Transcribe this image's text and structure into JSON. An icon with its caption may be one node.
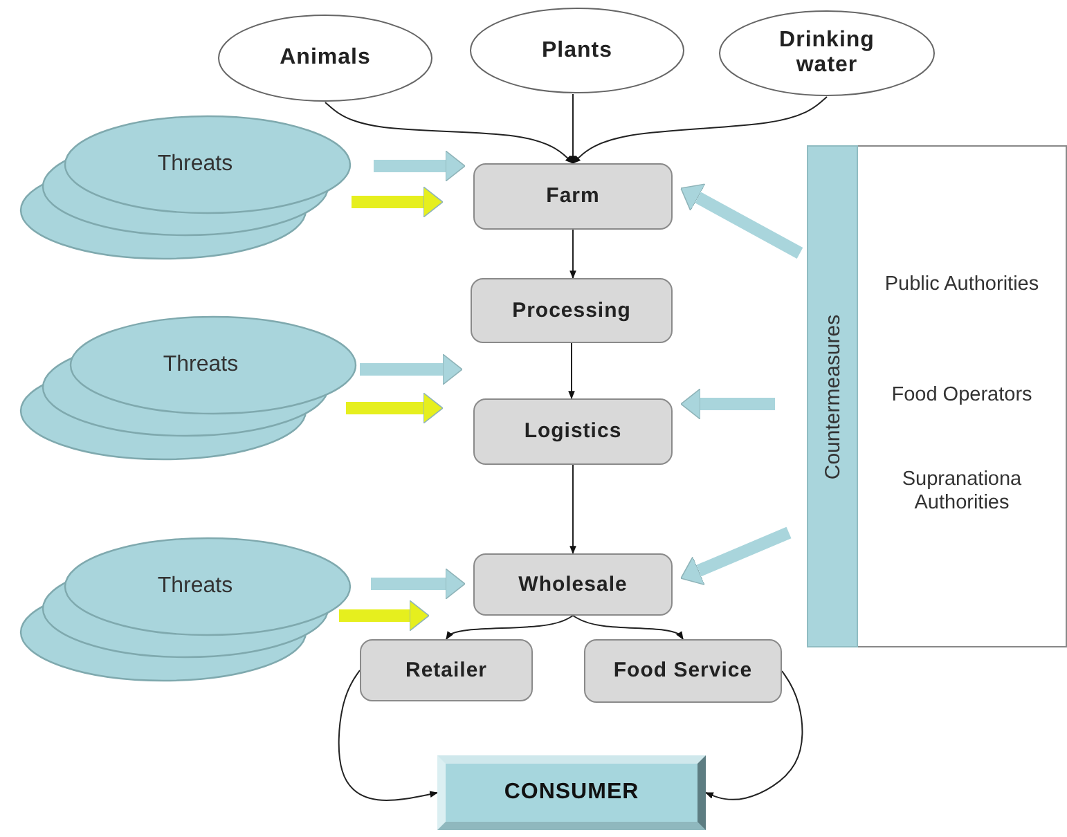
{
  "diagram": {
    "nodes": [
      {
        "text": [
          "Animals"
        ]
      },
      {
        "text": [
          "Plants"
        ]
      },
      {
        "text": [
          "Drinking water"
        ]
      },
      {
        "text": [
          "Threats"
        ]
      },
      {
        "text": [
          "Farm"
        ]
      },
      {
        "text": [
          "Processing"
        ]
      },
      {
        "text": [
          "Threats"
        ]
      },
      {
        "text": [
          "Logistics"
        ]
      },
      {
        "text": [
          "Threats"
        ]
      },
      {
        "text": [
          "Wholesale"
        ]
      },
      {
        "text": [
          "Retailer"
        ]
      },
      {
        "text": [
          "Food Service"
        ]
      },
      {
        "text": [
          "CONSUMER"
        ]
      },
      {
        "text": [
          "Countermeasures",
          "Public Authorities",
          "Food Operators",
          "Supranationa Authorities"
        ]
      }
    ],
    "edges": [
      {
        "from": 0,
        "to": 4,
        "arrow": "to"
      },
      {
        "from": 1,
        "to": 4,
        "arrow": "to"
      },
      {
        "from": 2,
        "to": 4,
        "arrow": "to"
      },
      {
        "from": 3,
        "to": 4,
        "arrow": "to",
        "style": "thick",
        "color": "#a9d5dc"
      },
      {
        "from": 3,
        "to": 4,
        "arrow": "to",
        "style": "thick",
        "color": "#e6ef1e"
      },
      {
        "from": 4,
        "to": 5,
        "arrow": "to"
      },
      {
        "from": 6,
        "to": 5,
        "arrow": "to",
        "style": "thick",
        "color": "#a9d5dc"
      },
      {
        "from": 6,
        "to": 7,
        "arrow": "to",
        "style": "thick",
        "color": "#e6ef1e"
      },
      {
        "from": 5,
        "to": 7,
        "arrow": "to"
      },
      {
        "from": 7,
        "to": 9,
        "arrow": "to"
      },
      {
        "from": 8,
        "to": 9,
        "arrow": "to",
        "style": "thick",
        "color": "#a9d5dc"
      },
      {
        "from": 8,
        "to": 10,
        "arrow": "to",
        "style": "thick",
        "color": "#e6ef1e"
      },
      {
        "from": 9,
        "to": 10,
        "arrow": "to"
      },
      {
        "from": 9,
        "to": 11,
        "arrow": "to"
      },
      {
        "from": 10,
        "to": 12,
        "arrow": "to"
      },
      {
        "from": 11,
        "to": 12,
        "arrow": "to"
      },
      {
        "from": 13,
        "to": 4,
        "arrow": "to",
        "style": "thick",
        "color": "#a9d5dc"
      },
      {
        "from": 13,
        "to": 7,
        "arrow": "to",
        "style": "thick",
        "color": "#a9d5dc"
      },
      {
        "from": 13,
        "to": 9,
        "arrow": "to",
        "style": "thick",
        "color": "#a9d5dc"
      }
    ]
  }
}
